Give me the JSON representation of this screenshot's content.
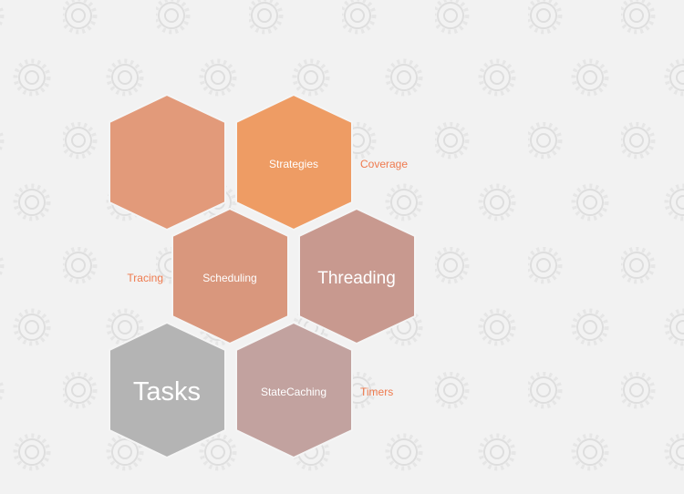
{
  "diagram": {
    "hexagons": [
      {
        "id": "hex-1",
        "label": "",
        "color": "#e29a7a"
      },
      {
        "id": "hex-strategies",
        "label": "Strategies",
        "color": "#ee9c64"
      },
      {
        "id": "hex-scheduling",
        "label": "Scheduling",
        "color": "#d9977d"
      },
      {
        "id": "hex-threading",
        "label": "Threading",
        "color": "#c8998f"
      },
      {
        "id": "hex-tasks",
        "label": "Tasks",
        "color": "#b4b4b4"
      },
      {
        "id": "hex-statecaching",
        "label": "StateCaching",
        "color": "#c2a29f"
      }
    ],
    "side_labels": {
      "coverage": "Coverage",
      "tracing": "Tracing",
      "timers": "Timers"
    },
    "colors": {
      "background": "#f2f2f2",
      "pattern": "#e0e0e0",
      "accent_text": "#ef7a4e"
    },
    "background_pattern_icon": "ring-gear-icon"
  }
}
